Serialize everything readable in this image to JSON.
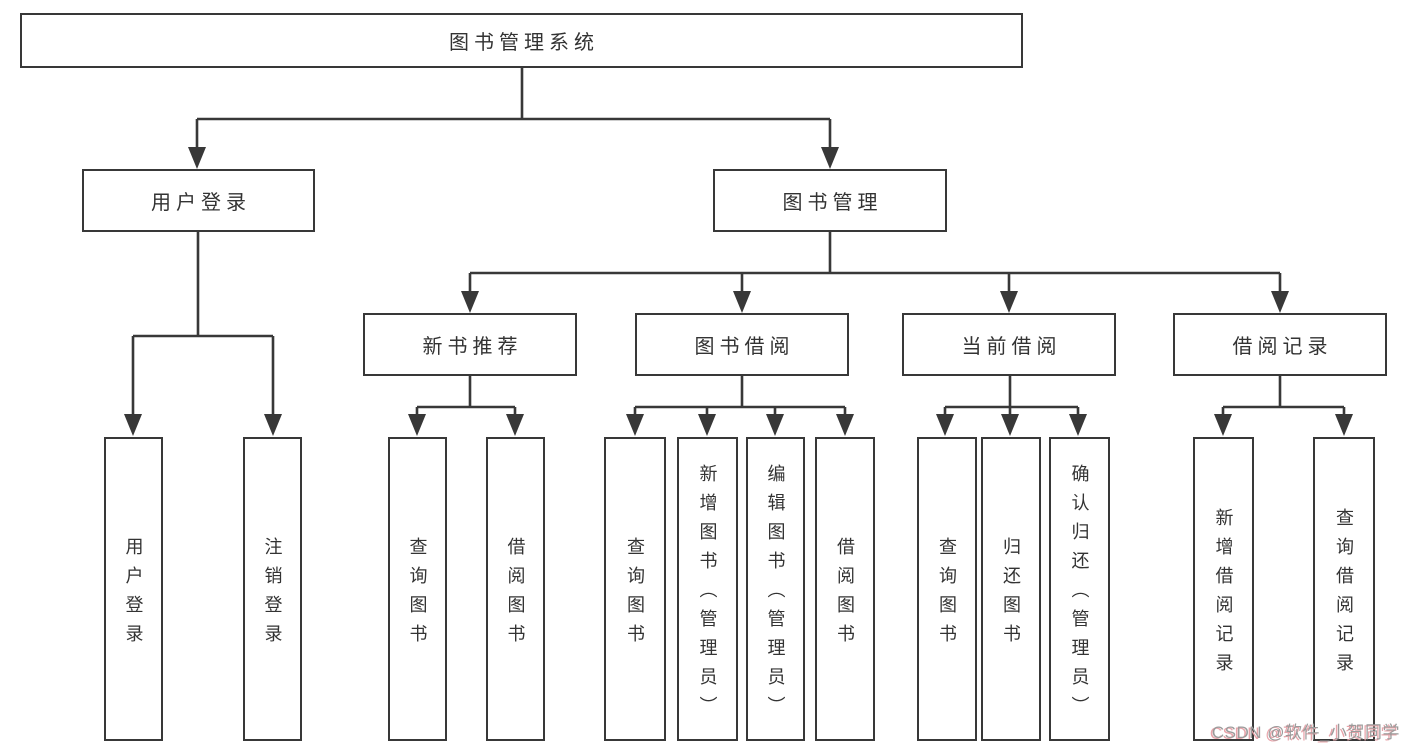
{
  "colors": {
    "line": "#383838",
    "box_border": "#383838",
    "box_background": "#ffffff",
    "text": "#333333",
    "page_background": "#ffffff",
    "watermark_text": "#9b9b9b",
    "watermark_shadow": "#e8a4aa"
  },
  "tree": {
    "label": "图书管理系统",
    "children": [
      {
        "label": "用户登录",
        "children": [
          {
            "label": "用户登录"
          },
          {
            "label": "注销登录"
          }
        ]
      },
      {
        "label": "图书管理",
        "children": [
          {
            "label": "新书推荐",
            "children": [
              {
                "label": "查询图书"
              },
              {
                "label": "借阅图书"
              }
            ]
          },
          {
            "label": "图书借阅",
            "children": [
              {
                "label": "查询图书"
              },
              {
                "label": "新增图书（管理员）"
              },
              {
                "label": "编辑图书（管理员）"
              },
              {
                "label": "借阅图书"
              }
            ]
          },
          {
            "label": "当前借阅",
            "children": [
              {
                "label": "查询图书"
              },
              {
                "label": "归还图书"
              },
              {
                "label": "确认归还（管理员）"
              }
            ]
          },
          {
            "label": "借阅记录",
            "children": [
              {
                "label": "新增借阅记录"
              },
              {
                "label": "查询借阅记录"
              }
            ]
          }
        ]
      }
    ]
  },
  "watermark": {
    "text": "CSDN @软件_小贺同学"
  }
}
